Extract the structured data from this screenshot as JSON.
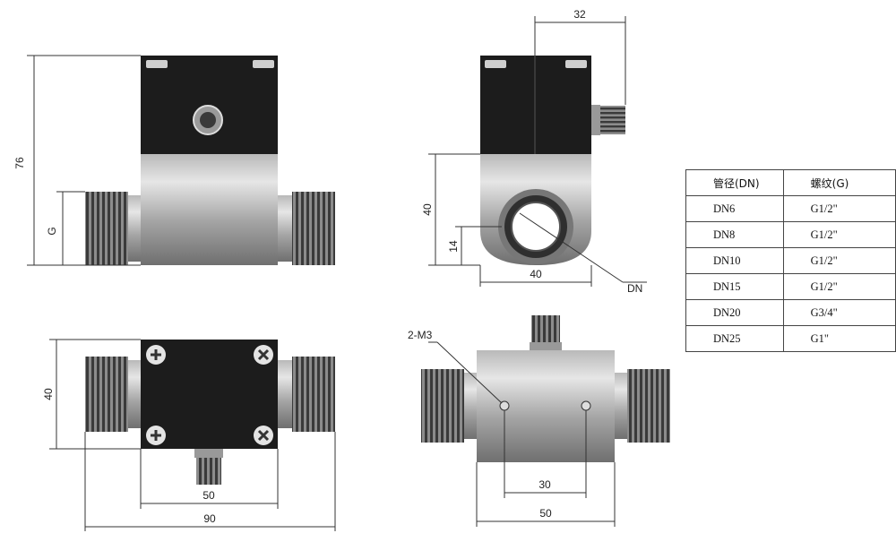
{
  "dimensions": {
    "front_height": "76",
    "front_g": "G",
    "side_width_top": "32",
    "side_height": "40",
    "side_center": "14",
    "side_width": "40",
    "side_dn": "DN",
    "top_height": "40",
    "top_body": "50",
    "top_total": "90",
    "bottom_holes": "2-M3",
    "bottom_hole_spacing": "30",
    "bottom_body": "50"
  },
  "table": {
    "headers": [
      "管径(DN)",
      "螺纹(G)"
    ],
    "rows": [
      [
        "DN6",
        "G1/2\""
      ],
      [
        "DN8",
        "G1/2\""
      ],
      [
        "DN10",
        "G1/2\""
      ],
      [
        "DN15",
        "G1/2\""
      ],
      [
        "DN20",
        "G3/4\""
      ],
      [
        "DN25",
        "G1\""
      ]
    ]
  },
  "colors": {
    "housing": "#1c1c1c",
    "steel_light": "#d8d8d8",
    "steel_dark": "#7a7a7a",
    "dim_line": "#333333"
  }
}
